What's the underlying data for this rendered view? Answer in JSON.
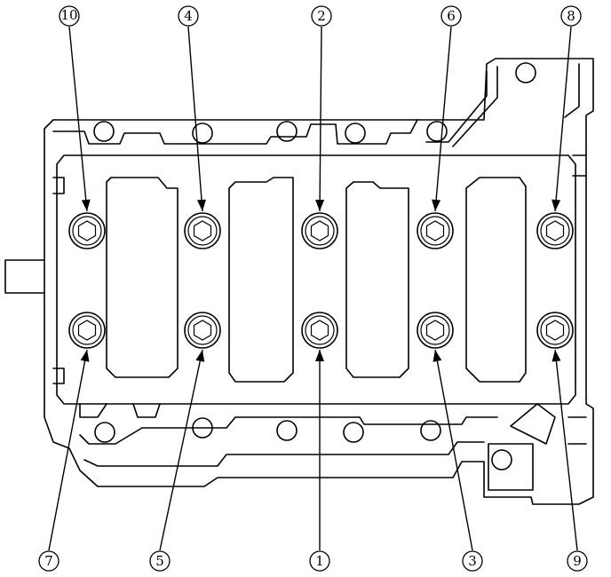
{
  "diagram": {
    "callouts": [
      {
        "label": "10",
        "bolt": "top-1"
      },
      {
        "label": "4",
        "bolt": "top-2"
      },
      {
        "label": "2",
        "bolt": "top-3"
      },
      {
        "label": "6",
        "bolt": "top-4"
      },
      {
        "label": "8",
        "bolt": "top-5"
      },
      {
        "label": "7",
        "bolt": "bottom-1"
      },
      {
        "label": "5",
        "bolt": "bottom-2"
      },
      {
        "label": "1",
        "bolt": "bottom-3"
      },
      {
        "label": "3",
        "bolt": "bottom-4"
      },
      {
        "label": "9",
        "bolt": "bottom-5"
      }
    ]
  }
}
